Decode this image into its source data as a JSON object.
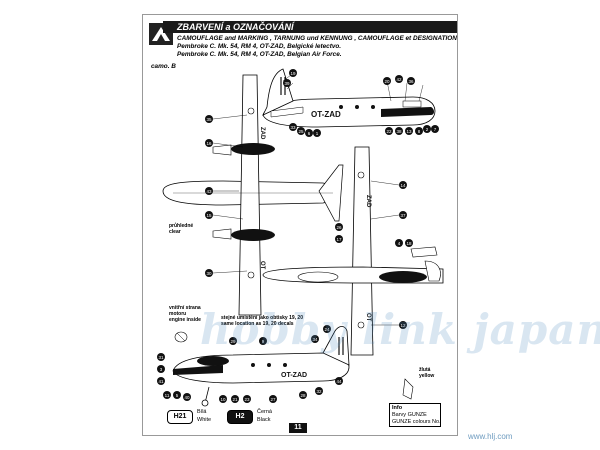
{
  "header": {
    "title": "ZBARVENÍ a OZNAČOVÁNÍ",
    "subtitle": "CAMOUFLAGE and MARKING , TARNUNG und KENNUNG , CAMOUFLAGE et DESIGNATION",
    "line1": "Pembroke C. Mk. 54, RM 4, OT-ZAD, Belgické letectvo.",
    "line2": "Pembroke C. Mk. 54, RM 4, OT-ZAD, Belgian Air Force.",
    "scheme": "camo. B"
  },
  "registration": "OT-ZAD",
  "labels": {
    "pruhledne": "průhledné",
    "clear": "clear",
    "engine_cz1": "vnitřní strana",
    "engine_cz2": "motoru",
    "engine_en": "engine inside",
    "same_cz": "stejné umístění jako obtisky 19, 20",
    "same_en": "same location as 19, 20 decals",
    "yellow_cz": "žlutá",
    "yellow_en": "yellow"
  },
  "legend": {
    "white_code": "H21",
    "white_cz": "Bílá",
    "white_en": "White",
    "black_code": "H2",
    "black_cz": "Černá",
    "black_en": "Black",
    "info": "Info",
    "gunze_cz": "Barvy GUNZE",
    "gunze_en": "GUNZE colours No."
  },
  "page_number": "11",
  "watermark": "www.hlj.com",
  "colors": {
    "black": "#111111",
    "fuselage": "#ffffff",
    "callout_fill": "#111111",
    "callout_text": "#ffffff",
    "watermark": "#6f9cc0"
  },
  "callouts": {
    "c1": "19",
    "c2": "39",
    "c3": "42",
    "c4": "20",
    "c5": "36",
    "c6": "2",
    "c7": "7",
    "c8": "8",
    "c9": "13",
    "c10": "38",
    "c11": "22",
    "c12": "33",
    "c13": "25",
    "c14": "6",
    "c15": "1",
    "c16": "35",
    "c17": "16",
    "c18": "43",
    "c19": "15",
    "c20": "30",
    "c21": "14",
    "c22": "37",
    "c23": "26",
    "c24": "17",
    "c25": "4",
    "c26": "18",
    "c27": "12",
    "c28": "29",
    "c29": "9",
    "c30": "34",
    "c31": "24",
    "c32": "31",
    "c33": "3",
    "c34": "41",
    "c35": "11",
    "c36": "5",
    "c37": "40",
    "c38": "10",
    "c39": "21",
    "c40": "23",
    "c41": "27",
    "c42": "28",
    "c43": "32",
    "c44": "44"
  }
}
